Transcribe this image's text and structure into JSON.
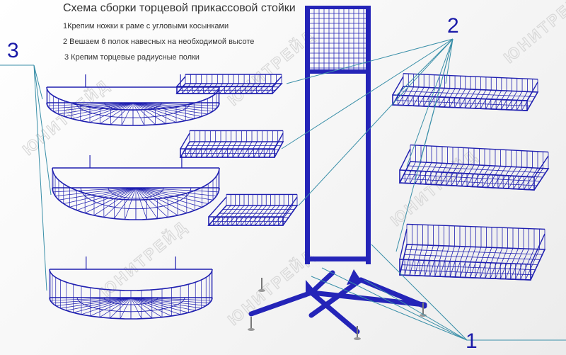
{
  "title": "Схема сборки торцевой прикассовой стойки",
  "steps": [
    "1Крепим ножки к раме с угловыми косынками",
    "2 Вешаем  6 полок навесных на необходимой высоте",
    "3 Крепим торцевые радиусные полки"
  ],
  "callouts": {
    "one": "1",
    "two": "2",
    "three": "3"
  },
  "watermark": "ЮНИТРЕЙД",
  "colors": {
    "wire": "#1f1fb0",
    "frame": "#2424b8",
    "callout": "#1a1aa8",
    "leader": "#3a8fa8"
  }
}
